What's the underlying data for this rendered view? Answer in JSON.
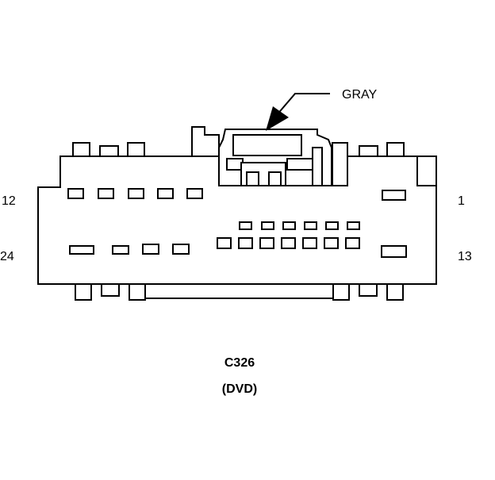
{
  "wire_color_label": "GRAY",
  "pin_labels": {
    "top_left": "12",
    "top_right": "1",
    "bottom_left": "24",
    "bottom_right": "13"
  },
  "connector_id": "C326",
  "connector_note": "(DVD)"
}
